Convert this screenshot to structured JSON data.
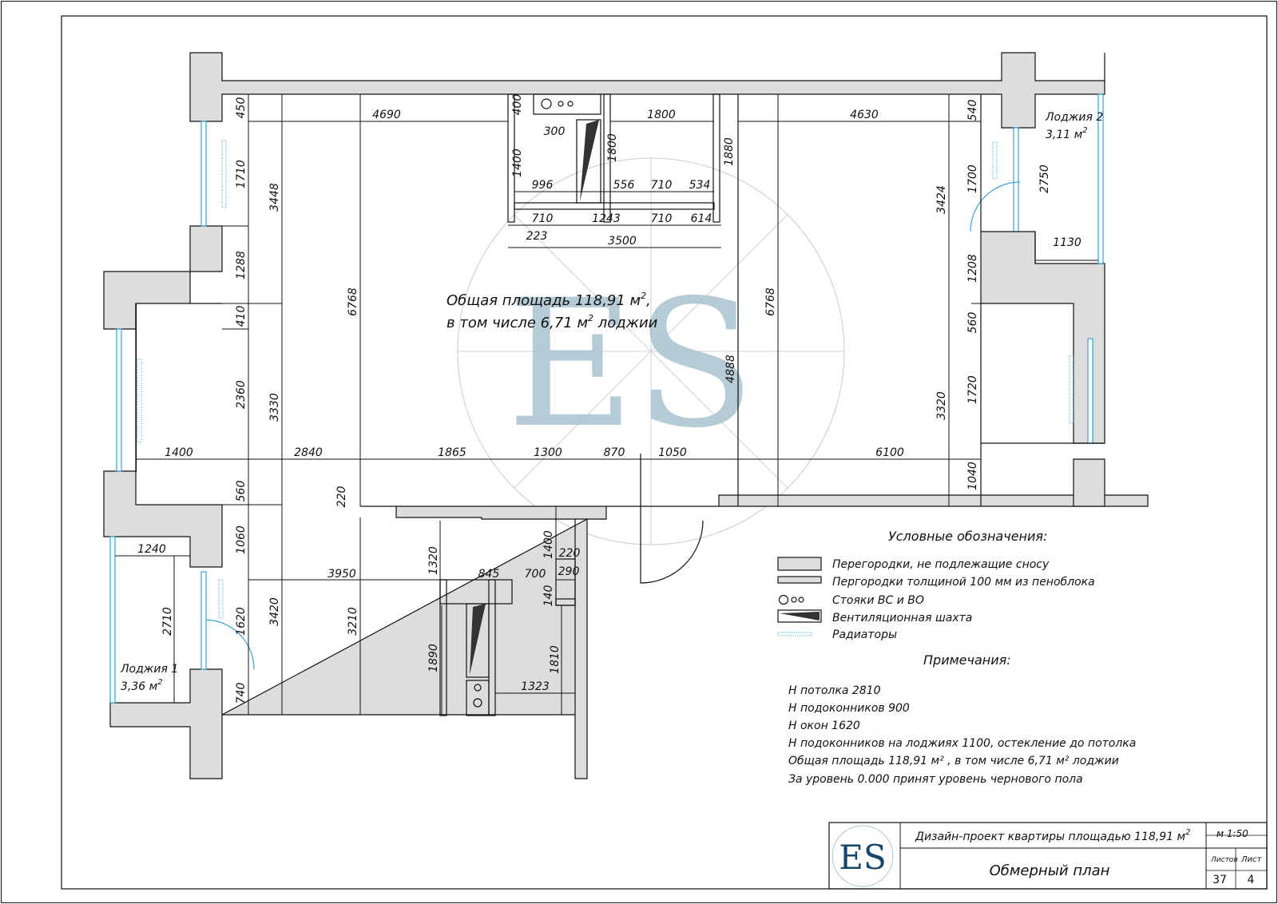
{
  "plan": {
    "dimensions": [
      {
        "id": "d1",
        "label": "450",
        "vertical": true
      },
      {
        "id": "d2",
        "label": "1710",
        "vertical": true
      },
      {
        "id": "d3",
        "label": "3448",
        "vertical": true
      },
      {
        "id": "d4",
        "label": "4690",
        "vertical": false
      },
      {
        "id": "d5",
        "label": "400",
        "vertical": true
      },
      {
        "id": "d6",
        "label": "300",
        "vertical": false
      },
      {
        "id": "d7",
        "label": "1400",
        "vertical": true
      },
      {
        "id": "d8",
        "label": "996",
        "vertical": false
      },
      {
        "id": "d9",
        "label": "1800",
        "vertical": false
      },
      {
        "id": "d10",
        "label": "1800",
        "vertical": true
      },
      {
        "id": "d11",
        "label": "556",
        "vertical": false
      },
      {
        "id": "d12",
        "label": "710",
        "vertical": false
      },
      {
        "id": "d13",
        "label": "534",
        "vertical": false
      },
      {
        "id": "d14",
        "label": "1880",
        "vertical": true
      },
      {
        "id": "d15",
        "label": "710",
        "vertical": false
      },
      {
        "id": "d16",
        "label": "1243",
        "vertical": false
      },
      {
        "id": "d17",
        "label": "710",
        "vertical": false
      },
      {
        "id": "d18",
        "label": "614",
        "vertical": false
      },
      {
        "id": "d19",
        "label": "223",
        "vertical": false
      },
      {
        "id": "d20",
        "label": "3500",
        "vertical": false
      },
      {
        "id": "d21",
        "label": "4630",
        "vertical": false
      },
      {
        "id": "d22",
        "label": "540",
        "vertical": true
      },
      {
        "id": "d23",
        "label": "3424",
        "vertical": true
      },
      {
        "id": "d24",
        "label": "1700",
        "vertical": true
      },
      {
        "id": "d25",
        "label": "2750",
        "vertical": true
      },
      {
        "id": "d26",
        "label": "1130",
        "vertical": false
      },
      {
        "id": "d27",
        "label": "1208",
        "vertical": true
      },
      {
        "id": "d28",
        "label": "1288",
        "vertical": true
      },
      {
        "id": "d29",
        "label": "6768",
        "vertical": true
      },
      {
        "id": "d30",
        "label": "410",
        "vertical": true
      },
      {
        "id": "d31",
        "label": "2360",
        "vertical": true
      },
      {
        "id": "d32",
        "label": "3330",
        "vertical": true
      },
      {
        "id": "d33",
        "label": "4888",
        "vertical": true
      },
      {
        "id": "d34",
        "label": "6768",
        "vertical": true
      },
      {
        "id": "d35",
        "label": "560",
        "vertical": true
      },
      {
        "id": "d36",
        "label": "1720",
        "vertical": true
      },
      {
        "id": "d37",
        "label": "3320",
        "vertical": true
      },
      {
        "id": "d38",
        "label": "1400",
        "vertical": false
      },
      {
        "id": "d39",
        "label": "2840",
        "vertical": false
      },
      {
        "id": "d40",
        "label": "1865",
        "vertical": false
      },
      {
        "id": "d41",
        "label": "1300",
        "vertical": false
      },
      {
        "id": "d42",
        "label": "870",
        "vertical": false
      },
      {
        "id": "d43",
        "label": "1050",
        "vertical": false
      },
      {
        "id": "d44",
        "label": "6100",
        "vertical": false
      },
      {
        "id": "d45",
        "label": "1040",
        "vertical": true
      },
      {
        "id": "d46",
        "label": "560",
        "vertical": true
      },
      {
        "id": "d47",
        "label": "220",
        "vertical": true
      },
      {
        "id": "d48",
        "label": "1060",
        "vertical": true
      },
      {
        "id": "d49",
        "label": "1240",
        "vertical": false
      },
      {
        "id": "d50",
        "label": "1320",
        "vertical": true
      },
      {
        "id": "d51",
        "label": "1400",
        "vertical": true
      },
      {
        "id": "d52",
        "label": "220",
        "vertical": false
      },
      {
        "id": "d53",
        "label": "3950",
        "vertical": false
      },
      {
        "id": "d54",
        "label": "845",
        "vertical": false
      },
      {
        "id": "d55",
        "label": "700",
        "vertical": false
      },
      {
        "id": "d56",
        "label": "290",
        "vertical": false
      },
      {
        "id": "d57",
        "label": "140",
        "vertical": true
      },
      {
        "id": "d58",
        "label": "2710",
        "vertical": true
      },
      {
        "id": "d59",
        "label": "1620",
        "vertical": true
      },
      {
        "id": "d60",
        "label": "3420",
        "vertical": true
      },
      {
        "id": "d61",
        "label": "3210",
        "vertical": true
      },
      {
        "id": "d62",
        "label": "1890",
        "vertical": true
      },
      {
        "id": "d63",
        "label": "1810",
        "vertical": true
      },
      {
        "id": "d64",
        "label": "1323",
        "vertical": false
      },
      {
        "id": "d65",
        "label": "740",
        "vertical": true
      }
    ],
    "area_note": {
      "line1": "Общая площадь  118,91 м",
      "line1_tail": ",",
      "line2": "в том числе  6,71 м",
      "line2_tail": "  лоджии",
      "sup": "2"
    },
    "loggia1": {
      "name": "Лоджия  1",
      "area": "3,36 м",
      "sup": "2"
    },
    "loggia2": {
      "name": "Лоджия  2",
      "area": "3,11 м",
      "sup": "2"
    },
    "watermark": "ES"
  },
  "legend": {
    "title": "Условные обозначения:",
    "items": [
      {
        "symbol": "thick-wall",
        "label": "Перегородки, не подлежащие сносу"
      },
      {
        "symbol": "thin-wall",
        "label": "Пергородки толщиной 100 мм из пеноблока"
      },
      {
        "symbol": "risers",
        "label": "Стояки ВС и ВО"
      },
      {
        "symbol": "vent-shaft",
        "label": "Вентиляционная шахта"
      },
      {
        "symbol": "radiator",
        "label": "Радиаторы"
      }
    ]
  },
  "notes": {
    "title": "Примечания:",
    "lines": [
      "Н потолка  2810",
      "Н подоконников  900",
      "Н окон  1620",
      "Н подоконников на лоджиях  1100,  остекление до потолка",
      "Общая площадь  118,91  м² ,  в том числе  6,71  м²  лоджии",
      "За уровень  0.000  принят уровень чернового пола"
    ]
  },
  "title_block": {
    "logo": "ES",
    "project": "Дизайн-проект квартиры площадью  118,91 м",
    "project_sup": "2",
    "scale": "м 1:50",
    "sheet_title": "Обмерный план",
    "sheets_label": "Листов",
    "sheet_label": "Лист",
    "sheets_value": "37",
    "sheet_value": "4"
  },
  "colors": {
    "wall_fill": "#dddddd",
    "window": "#3aa0d8",
    "watermark": "#a9c3cf",
    "line": "#111111"
  }
}
